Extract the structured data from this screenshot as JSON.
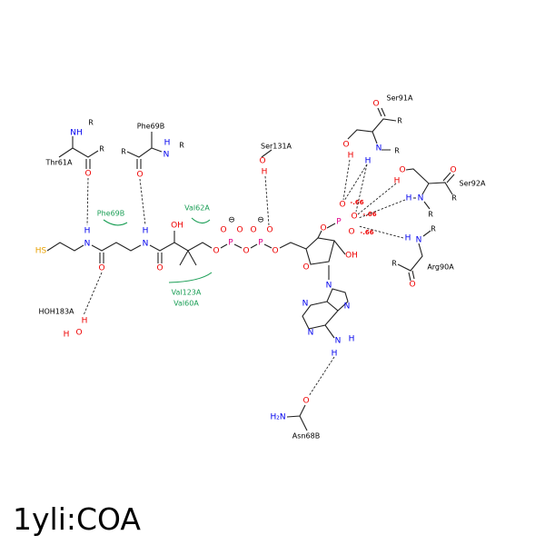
{
  "title": "1yli:COA",
  "residues": {
    "thr61a": "Thr61A",
    "phe69b": "Phe69B",
    "ser131a": "Ser131A",
    "ser91a": "Ser91A",
    "ser92a": "Ser92A",
    "arg90a": "Arg90A",
    "asn68b": "Asn68B",
    "hoh183a": "HOH183A"
  },
  "hydrophobic": {
    "phe69b": "Phe69B",
    "val62a": "Val62A",
    "val123a": "Val123A",
    "val60a": "Val60A"
  },
  "atoms": {
    "N": "N",
    "H": "H",
    "O": "O",
    "R": "R",
    "P": "P",
    "HS": "HS",
    "OH": "OH",
    "NH": "NH",
    "H2N": "H₂N",
    "minus": "⊖"
  },
  "charges": {
    "c1": "-.66",
    "c2": "-.66",
    "c3": "-.66"
  },
  "colors": {
    "nitrogen": "#0000ee",
    "oxygen": "#ee0000",
    "phosphorus": "#e0008a",
    "sulfur": "#e8a000",
    "hydrophobic": "#1a9e55"
  }
}
